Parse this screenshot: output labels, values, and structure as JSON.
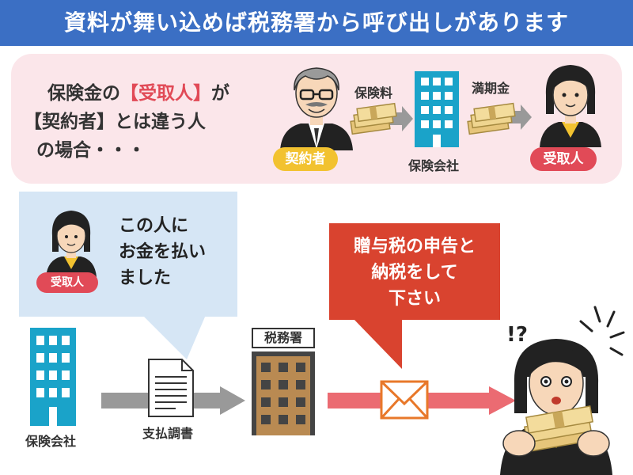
{
  "title": "資料が舞い込めば税務署から呼び出しがあります",
  "top_panel": {
    "line1_pre": "保険金の",
    "line1_highlight": "【受取人】",
    "line1_post": "が",
    "line2": "【契約者】とは違う人",
    "line3": "の場合・・・",
    "premium_label": "保険料",
    "maturity_label": "満期金",
    "contractor_badge": "契約者",
    "company_label": "保険会社",
    "recipient_badge": "受取人"
  },
  "bottom": {
    "blue_bubble_lines": [
      "この人に",
      "お金を払い",
      "ました"
    ],
    "recipient_badge": "受取人",
    "company_label": "保険会社",
    "document_label": "支払調書",
    "tax_office_sign": "税務署",
    "red_bubble_lines": [
      "贈与税の申告と",
      "納税をして",
      "下さい"
    ],
    "surprise_mark": "!?"
  },
  "colors": {
    "title_blue": "#3b6fc4",
    "panel_pink": "#fbe6ea",
    "highlight_red": "#e14a57",
    "bubble_blue": "#d6e6f5",
    "bubble_red": "#d9432f",
    "building_teal": "#1aa3c9",
    "yellow_badge": "#f2c230",
    "arrow_gray": "#999999",
    "arrow_pink": "#eb6b72",
    "envelope_orange": "#e8782a"
  }
}
